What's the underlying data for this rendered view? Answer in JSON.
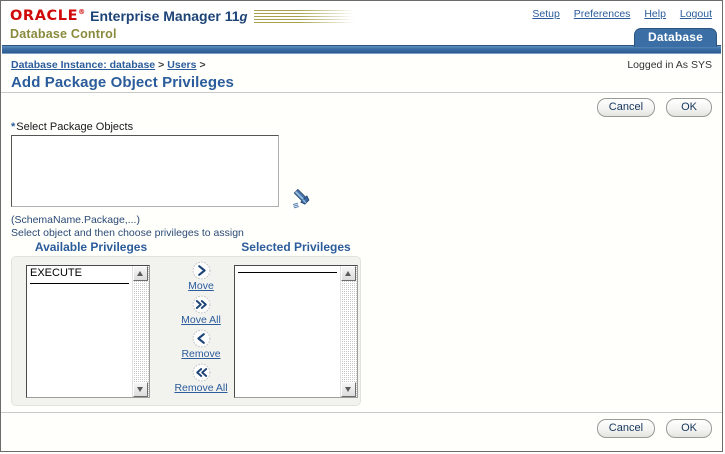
{
  "branding": {
    "logo_text": "ORACLE",
    "product": "Enterprise Manager 11",
    "product_version_italic": "g",
    "sub_product": "Database Control",
    "global_links": [
      {
        "label": "Setup"
      },
      {
        "label": "Preferences"
      },
      {
        "label": "Help"
      },
      {
        "label": "Logout"
      }
    ],
    "active_tab": "Database"
  },
  "breadcrumb": {
    "items": [
      {
        "label": "Database Instance: database"
      },
      {
        "label": "Users"
      }
    ],
    "separator": ">",
    "logged_in": "Logged in As SYS"
  },
  "page": {
    "title": "Add Package Object Privileges"
  },
  "actions": {
    "cancel_label": "Cancel",
    "ok_label": "OK"
  },
  "form": {
    "required_marker": "*",
    "select_objects_label": "Select Package Objects",
    "select_objects_value": "",
    "select_objects_placeholder": "",
    "torch_icon": "flashlight-icon",
    "hint": "(SchemaName.Package,...)",
    "instruction": "Select object and then choose privileges to assign"
  },
  "shuttle": {
    "available_heading": "Available Privileges",
    "selected_heading": "Selected Privileges",
    "available_items": [
      "EXECUTE"
    ],
    "selected_items": [],
    "controls": [
      {
        "label": "Move",
        "icon": "chevron-right-icon",
        "glyph": "›"
      },
      {
        "label": "Move All",
        "icon": "chevron-double-right-icon",
        "glyph": "»"
      },
      {
        "label": "Remove",
        "icon": "chevron-left-icon",
        "glyph": "‹"
      },
      {
        "label": "Remove All",
        "icon": "chevron-double-left-icon",
        "glyph": "«"
      }
    ]
  },
  "colors": {
    "oracle_red": "#d00a0a",
    "header_blue": "#1d4477",
    "link_blue": "#2b5c9b",
    "olive": "#8a8a3c",
    "tab_blue": "#3a6ea5",
    "panel_gray": "#f2f2ef"
  }
}
